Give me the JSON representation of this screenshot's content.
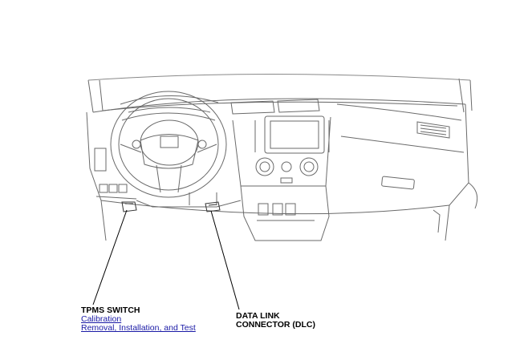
{
  "callouts": {
    "tpms": {
      "title": "TPMS SWITCH",
      "links": [
        "Calibration",
        "Removal, Installation, and Test"
      ]
    },
    "dlc": {
      "title_line1": "DATA LINK",
      "title_line2": "CONNECTOR (DLC)"
    }
  }
}
